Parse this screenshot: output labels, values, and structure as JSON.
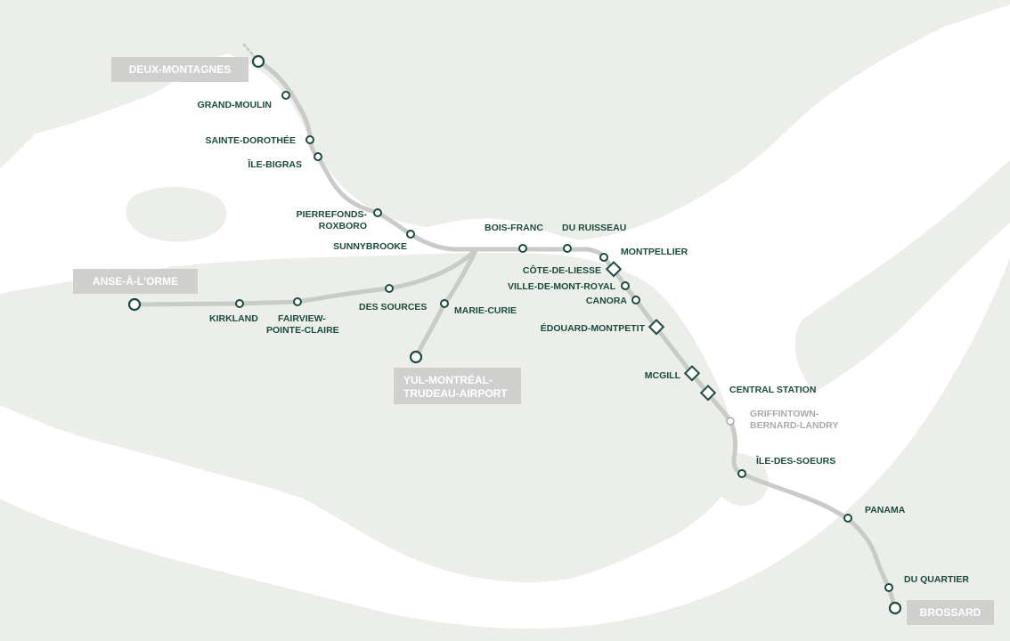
{
  "colors": {
    "water": "#ffffff",
    "land": "#eceeea",
    "route": "#c9cbc8",
    "station_stroke": "#1c4a3f",
    "label": "#1c4a3f",
    "future": "#a9aba8",
    "terminus_box": "#cfd0ce"
  },
  "termini": {
    "deux_montagnes": "DEUX-MONTAGNES",
    "anse_a_lorme": "ANSE-À-L'ORME",
    "airport_line1": "YUL-MONTRÉAL-",
    "airport_line2": "TRUDEAU-AIRPORT",
    "brossard": "BROSSARD"
  },
  "stations": {
    "grand_moulin": "GRAND-MOULIN",
    "sainte_dorothee": "SAINTE-DOROTHÉE",
    "ile_bigras": "ÎLE-BIGRAS",
    "pierrefonds_line1": "PIERREFONDS-",
    "pierrefonds_line2": "ROXBORO",
    "sunnybrooke": "SUNNYBROOKE",
    "bois_franc": "BOIS-FRANC",
    "du_ruisseau": "DU RUISSEAU",
    "montpellier": "MONTPELLIER",
    "cote_de_liesse": "CÔTE-DE-LIESSE",
    "ville_mont_royal": "VILLE-DE-MONT-ROYAL",
    "canora": "CANORA",
    "edouard_montpetit": "ÉDOUARD-MONTPETIT",
    "mcgill": "MCGILL",
    "central_station": "CENTRAL STATION",
    "griffintown_line1": "GRIFFINTOWN-",
    "griffintown_line2": "BERNARD-LANDRY",
    "ile_des_soeurs": "ÎLE-DES-SOEURS",
    "panama": "PANAMA",
    "du_quartier": "DU QUARTIER",
    "kirkland": "KIRKLAND",
    "fairview_line1": "FAIRVIEW-",
    "fairview_line2": "POINTE-CLAIRE",
    "des_sources": "DES SOURCES",
    "marie_curie": "MARIE-CURIE"
  },
  "icons": {
    "station": "station-circle-icon",
    "transfer": "metro-transfer-diamond-icon",
    "terminus": "terminus-circle-icon"
  }
}
